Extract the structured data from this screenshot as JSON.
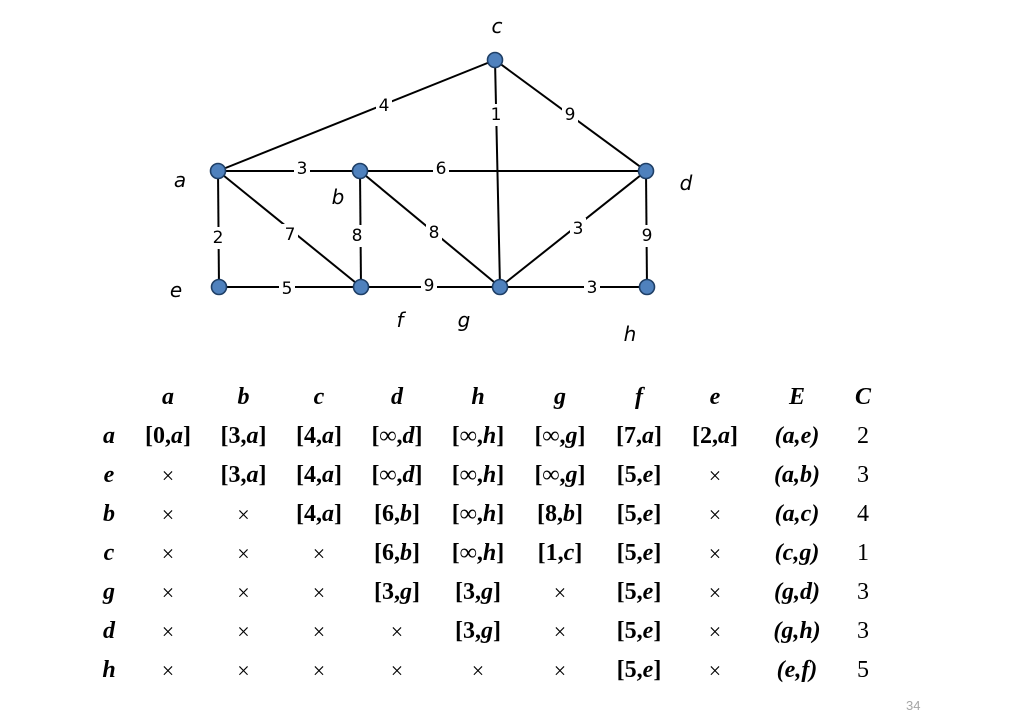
{
  "graph": {
    "nodes": [
      {
        "id": "c",
        "label": "c"
      },
      {
        "id": "a",
        "label": "a"
      },
      {
        "id": "b",
        "label": "b"
      },
      {
        "id": "d",
        "label": "d"
      },
      {
        "id": "e",
        "label": "e"
      },
      {
        "id": "f",
        "label": "f"
      },
      {
        "id": "g",
        "label": "g"
      },
      {
        "id": "h",
        "label": "h"
      }
    ],
    "edges": [
      {
        "from": "a",
        "to": "c",
        "weight": "4"
      },
      {
        "from": "c",
        "to": "g",
        "weight": "1"
      },
      {
        "from": "c",
        "to": "d",
        "weight": "9"
      },
      {
        "from": "a",
        "to": "b",
        "weight": "3"
      },
      {
        "from": "b",
        "to": "d",
        "weight": "6"
      },
      {
        "from": "a",
        "to": "e",
        "weight": "2"
      },
      {
        "from": "a",
        "to": "f",
        "weight": "7"
      },
      {
        "from": "b",
        "to": "f",
        "weight": "8"
      },
      {
        "from": "b",
        "to": "g",
        "weight": "8"
      },
      {
        "from": "g",
        "to": "d",
        "weight": "3"
      },
      {
        "from": "d",
        "to": "h",
        "weight": "9"
      },
      {
        "from": "e",
        "to": "f",
        "weight": "5"
      },
      {
        "from": "f",
        "to": "g",
        "weight": "9"
      },
      {
        "from": "g",
        "to": "h",
        "weight": "3"
      }
    ],
    "node_color": "#4f81bd"
  },
  "table": {
    "columns": [
      "",
      "a",
      "b",
      "c",
      "d",
      "h",
      "g",
      "f",
      "e",
      "E",
      "C"
    ],
    "rows": [
      {
        "label": "a",
        "cells": [
          "[0,a]",
          "[3,a]",
          "[4,a]",
          "[∞,d]",
          "[∞,h]",
          "[∞,g]",
          "[7,a]",
          "[2,a]"
        ],
        "edge": "(a,e)",
        "cost": "2"
      },
      {
        "label": "e",
        "cells": [
          "×",
          "[3,a]",
          "[4,a]",
          "[∞,d]",
          "[∞,h]",
          "[∞,g]",
          "[5,e]",
          "×"
        ],
        "edge": "(a,b)",
        "cost": "3"
      },
      {
        "label": "b",
        "cells": [
          "×",
          "×",
          "[4,a]",
          "[6,b]",
          "[∞,h]",
          "[8,b]",
          "[5,e]",
          "×"
        ],
        "edge": "(a,c)",
        "cost": "4"
      },
      {
        "label": "c",
        "cells": [
          "×",
          "×",
          "×",
          "[6,b]",
          "[∞,h]",
          "[1,c]",
          "[5,e]",
          "×"
        ],
        "edge": "(c,g)",
        "cost": "1"
      },
      {
        "label": "g",
        "cells": [
          "×",
          "×",
          "×",
          "[3,g]",
          "[3,g]",
          "×",
          "[5,e]",
          "×"
        ],
        "edge": "(g,d)",
        "cost": "3"
      },
      {
        "label": "d",
        "cells": [
          "×",
          "×",
          "×",
          "×",
          "[3,g]",
          "×",
          "[5,e]",
          "×"
        ],
        "edge": "(g,h)",
        "cost": "3"
      },
      {
        "label": "h",
        "cells": [
          "×",
          "×",
          "×",
          "×",
          "×",
          "×",
          "[5,e]",
          "×"
        ],
        "edge": "(e,f)",
        "cost": "5"
      }
    ]
  },
  "page_number": "34"
}
